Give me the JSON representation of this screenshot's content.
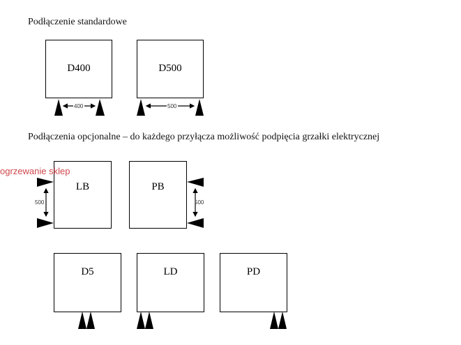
{
  "titles": {
    "standard": "Podłączenie standardowe",
    "optional": "Podłączenia opcjonalne  – do każdego przyłącza możliwość podpięcia grzałki elektrycznej"
  },
  "annotation": "ogrzewanie sklep",
  "boxes": {
    "d400": "D400",
    "d500": "D500",
    "lb": "LB",
    "pb": "PB",
    "d5": "D5",
    "ld": "LD",
    "pd": "PD"
  },
  "dimensions": {
    "d400": "400",
    "d500": "500",
    "lb": "500",
    "pb": "500"
  }
}
